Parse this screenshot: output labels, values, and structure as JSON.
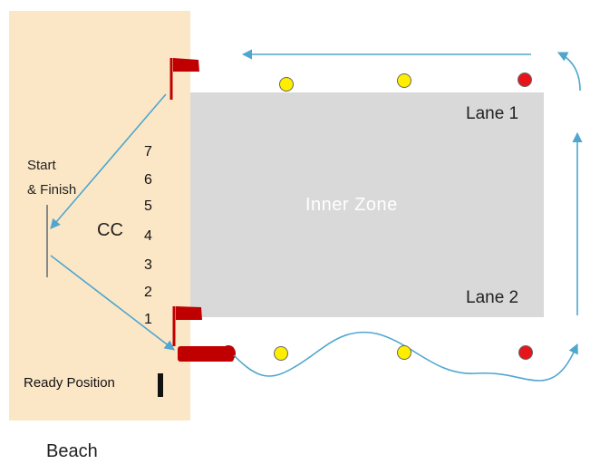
{
  "diagram": {
    "beach_label": "Beach",
    "start_finish": [
      "Start",
      "& Finish"
    ],
    "cc_label": "CC",
    "ready_position": "Ready Position",
    "inner_zone": "Inner  Zone",
    "lane1": "Lane 1",
    "lane2": "Lane 2",
    "positions": [
      "7",
      "6",
      "5",
      "4",
      "3",
      "2",
      "1"
    ]
  },
  "colors": {
    "beach": "#fbe7c6",
    "inner_zone": "#d9d9d9",
    "arrow": "#4fa6cf",
    "flag": "#c00000",
    "buoy_yellow": "#ffee00",
    "buoy_red": "#e8141b"
  },
  "icons": {
    "flag": "red-flag-icon",
    "buoy_yellow": "yellow-buoy-icon",
    "buoy_red": "red-buoy-icon",
    "board": "rescue-board-icon"
  }
}
